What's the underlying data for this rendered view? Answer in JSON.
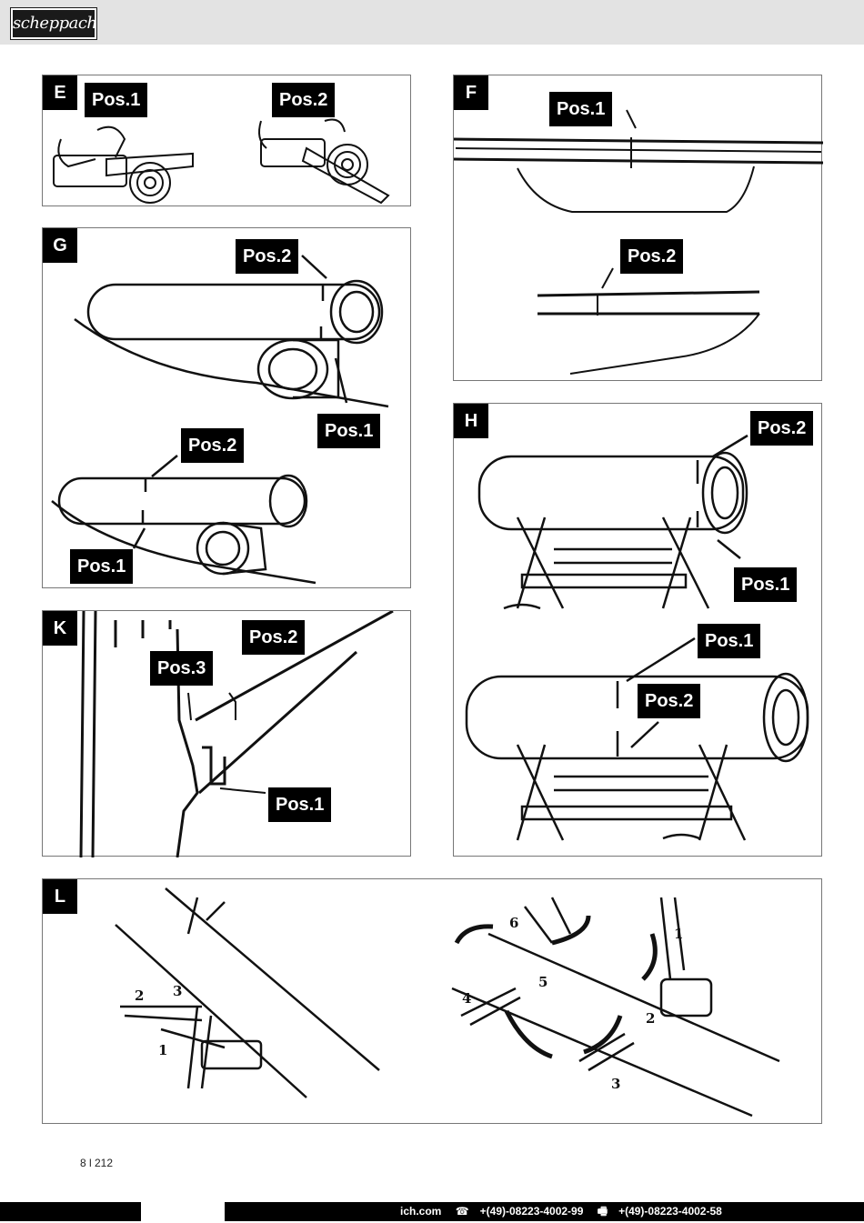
{
  "header": {
    "brand": "scheppach"
  },
  "panels": {
    "E": {
      "letter": "E",
      "labels": [
        "Pos.1",
        "Pos.2"
      ]
    },
    "F": {
      "letter": "F",
      "labels": [
        "Pos.1",
        "Pos.2"
      ]
    },
    "G": {
      "letter": "G",
      "labels": [
        "Pos.2",
        "Pos.1",
        "Pos.2",
        "Pos.1"
      ]
    },
    "H": {
      "letter": "H",
      "labels": [
        "Pos.2",
        "Pos.1",
        "Pos.1",
        "Pos.2"
      ]
    },
    "K": {
      "letter": "K",
      "labels": [
        "Pos.2",
        "Pos.3",
        "Pos.1"
      ]
    },
    "L": {
      "letter": "L",
      "left_numbers": [
        "2",
        "3",
        "1"
      ],
      "right_numbers": [
        "6",
        "1",
        "5",
        "4",
        "2",
        "3"
      ]
    }
  },
  "footer": {
    "page_number": "8 l 212",
    "website": "ich.com",
    "phone_icon": "telephone-icon",
    "phone": "+(49)-08223-4002-99",
    "fax_icon": "fax-icon",
    "fax": "+(49)-08223-4002-58"
  }
}
